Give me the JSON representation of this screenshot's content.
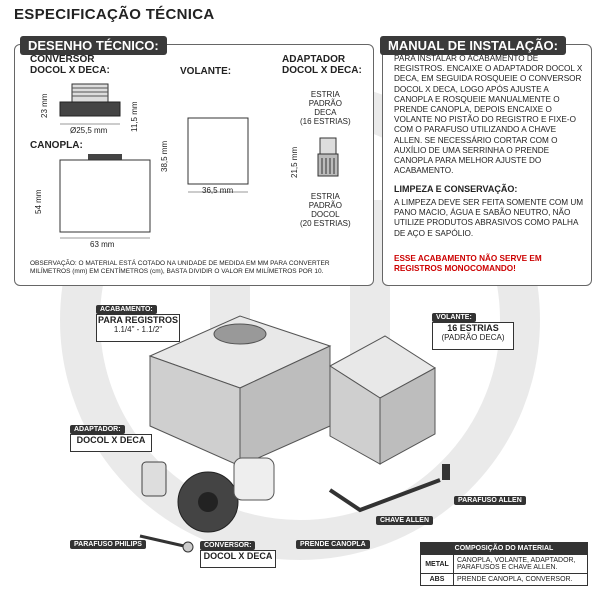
{
  "title": "ESPECIFICAÇÃO TÉCNICA",
  "desenho": {
    "header": "DESENHO TÉCNICO:",
    "conversor_label": "CONVERSOR\nDOCOL X DECA:",
    "conversor_dim_h": "23 mm",
    "conversor_dim_d": "Ø25,5 mm",
    "conversor_dim_t": "11,5 mm",
    "canopla_label": "CANOPLA:",
    "canopla_dim_h": "54 mm",
    "canopla_dim_w": "63 mm",
    "volante_label": "VOLANTE:",
    "volante_dim_h": "38,5 mm",
    "volante_dim_w": "36,5 mm",
    "adaptador_label": "ADAPTADOR\nDOCOL X DECA:",
    "estria_deca": "ESTRIA\nPADRÃO\nDECA\n(16 ESTRIAS)",
    "adaptador_dim_h": "21,5 mm",
    "estria_docol": "ESTRIA\nPADRÃO\nDOCOL\n(20 ESTRIAS)",
    "obs": "OBSERVAÇÃO: O MATERIAL ESTÁ COTADO NA UNIDADE DE MEDIDA EM MM PARA CONVERTER MILÍMETROS (mm) EM CENTÍMETROS (cm), BASTA DIVIDIR O VALOR EM MILÍMETROS POR 10."
  },
  "manual": {
    "header": "MANUAL DE INSTALAÇÃO:",
    "text": "Para instalar o acabamento de registros. Encaixe o adaptador Docol x Deca, em seguida rosqueie o conversor Docol x Deca, logo após ajuste a canopla e rosqueie manualmente o prende canopla, depois encaixe o volante no pistão do registro e fixe-o com o parafuso utilizando a chave allen. Se necessário cortar com o auxílio de uma serrinha o prende canopla para melhor ajuste do acabamento.",
    "limpeza_title": "LIMPEZA E CONSERVAÇÃO:",
    "limpeza_text": "A limpeza deve ser feita somente com um pano macio, água e sabão neutro, não utilize produtos abrasivos como palha de aço e sapólio.",
    "warning": "ESSE ACABAMENTO NÃO SERVE EM REGISTROS MONOCOMANDO!"
  },
  "parts": {
    "acabamento_tag": "ACABAMENTO:",
    "acabamento_value": "PARA REGISTROS",
    "acabamento_sub": "1.1/4\" - 1.1/2\"",
    "volante_tag": "VOLANTE:",
    "volante_value": "16 ESTRIAS",
    "volante_sub": "(PADRÃO DECA)",
    "adaptador_tag": "ADAPTADOR:",
    "adaptador_value": "DOCOL X DECA",
    "conversor_tag": "CONVERSOR:",
    "conversor_value": "DOCOL X DECA",
    "parafuso_allen": "PARAFUSO ALLEN",
    "chave_allen": "CHAVE ALLEN",
    "prende_canopla": "PRENDE CANOPLA",
    "parafuso_philips": "PARAFUSO PHILIPS"
  },
  "composicao": {
    "header": "COMPOSIÇÃO DO MATERIAL",
    "rows": [
      {
        "mat": "METAL",
        "desc": "CANOPLA, VOLANTE, ADAPTADOR, PARAFUSOS E CHAVE ALLEN."
      },
      {
        "mat": "ABS",
        "desc": "PRENDE CANOPLA, CONVERSOR."
      }
    ]
  },
  "colors": {
    "dark": "#333333",
    "warning": "#cc0000"
  }
}
